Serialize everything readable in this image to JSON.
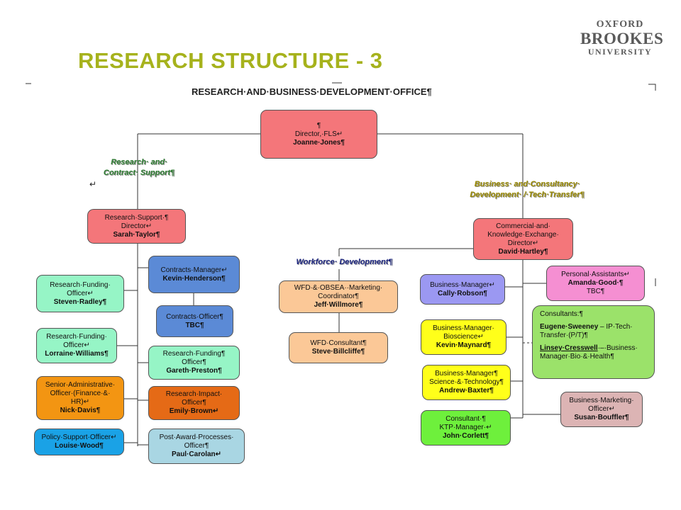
{
  "slide": {
    "title": "RESEARCH STRUCTURE - 3",
    "logo": {
      "line1": "OXFORD",
      "line2": "BROOKES",
      "line3": "UNIVERSITY"
    }
  },
  "chart_title": "RESEARCH·AND·BUSINESS·DEVELOPMENT·OFFICE¶",
  "sections": {
    "research": "Research· and·\nContract· Support¶",
    "business": "Business· and·Consultancy·\nDevelopment· /·Tech·Transfer¶",
    "workforce": "Workforce· Development¶"
  },
  "boxes": {
    "director": {
      "title": "¶\nDirector,·FLS↵",
      "name": "Joanne·Jones¶",
      "color": "#f4767a"
    },
    "research_support": {
      "title": "Research·Support·¶\nDirector↵",
      "name": "Sarah·Taylor¶",
      "color": "#f4767a"
    },
    "commercial": {
      "title": "Commercial·and·\nKnowledge·Exchange·\nDirector↵",
      "name": "David·Hartley¶",
      "color": "#f4767a"
    },
    "contracts_manager": {
      "title": "Contracts·Manager↵",
      "name": "Kevin·Henderson¶",
      "color": "#5b8ad6"
    },
    "contracts_officer": {
      "title": "Contracts·Officer¶",
      "name": "TBC¶",
      "color": "#5b8ad6"
    },
    "rfo_radley": {
      "title": "Research·Funding·\nOfficer↵",
      "name": "Steven·Radley¶",
      "color": "#96f5c6"
    },
    "rfo_williams": {
      "title": "Research·Funding·\nOfficer↵",
      "name": "Lorraine·Williams¶",
      "color": "#96f5c6"
    },
    "rfo_preston": {
      "title": "Research·Funding¶\nOfficer¶",
      "name": "Gareth·Preston¶",
      "color": "#96f5c6"
    },
    "senior_admin": {
      "title": "Senior·Administrative·\nOfficer·(Finance·&·\nHR)↵",
      "name": "Nick·Davis¶",
      "color": "#f39512"
    },
    "impact_officer": {
      "title": "Research·Impact·\nOfficer¶",
      "name": "Emily·Brown↵",
      "color": "#e56a16"
    },
    "policy_support": {
      "title": "Policy·Support·Officer↵",
      "name": "Louise·Wood¶",
      "color": "#1aa2e6"
    },
    "post_award": {
      "title": "Post·Award·Processes·\nOfficer¶",
      "name": "Paul·Carolan↵",
      "color": "#a9d6e3"
    },
    "wfd_coordinator": {
      "title": "WFD·&·OBSEA··Marketing·\nCoordinator¶",
      "name": "Jeff·Willmore¶",
      "color": "#fbc897"
    },
    "wfd_consultant": {
      "title": "WFD·Consultant¶",
      "name": "Steve·Billcliffe¶",
      "color": "#fbc897"
    },
    "bm_robson": {
      "title": "Business·Manager↵",
      "name": "Cally·Robson¶",
      "color": "#9b98f2"
    },
    "personal_assistants": {
      "title": "Personal·Assistants↵",
      "name": "Amanda·Good·¶",
      "extra": "TBC¶",
      "color": "#f58fd2"
    },
    "bm_bioscience": {
      "title": "Business·Manager·\nBioscience↵",
      "name": "Kevin·Maynard¶",
      "color": "#ffff1a"
    },
    "bm_science": {
      "title": "Business·Manager¶\nScience·&·Technology¶",
      "name": "Andrew·Baxter¶",
      "color": "#ffff1a"
    },
    "ktp_manager": {
      "title": "Consultant·¶\nKTP·Manager·↵",
      "name": "John·Corlett¶",
      "color": "#6ef03c"
    },
    "consultants": {
      "heading": "Consultants:¶",
      "c1_name": "Eugene·Sweeney",
      "c1_role": " – IP·Tech·\nTransfer·(P/T)¶",
      "c2_name": "Linsey·Cresswell",
      "c2_role": "·–·Business·\nManager·Bio·&·Health¶",
      "color": "#9be26a"
    },
    "business_marketing": {
      "title": "Business·Marketing·\nOfficer↵",
      "name": "Susan·Bouffler¶",
      "color": "#dcb4b4"
    }
  },
  "glyphs": {
    "pilcrow": "¶",
    "return": "↵"
  }
}
